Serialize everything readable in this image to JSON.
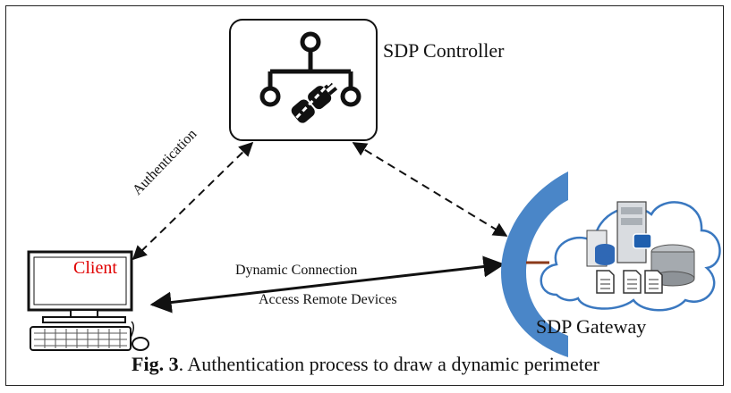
{
  "controller": {
    "label": "SDP Controller",
    "icon": "controller-network-plug-icon"
  },
  "gateway": {
    "label": "SDP Gateway",
    "icon": "cloud-servers-icon"
  },
  "client": {
    "label": "Client",
    "label_color": "#e00000",
    "icon": "desktop-computer-icon"
  },
  "edges": {
    "authentication": "Authentication",
    "dynamic_connection": "Dynamic Connection",
    "access_remote": "Access Remote Devices"
  },
  "caption": {
    "fig": "Fig. 3",
    "text": ".  Authentication process to draw a dynamic perimeter"
  },
  "colors": {
    "shield": "#4a86c8",
    "cloud_border": "#3a78c0"
  }
}
